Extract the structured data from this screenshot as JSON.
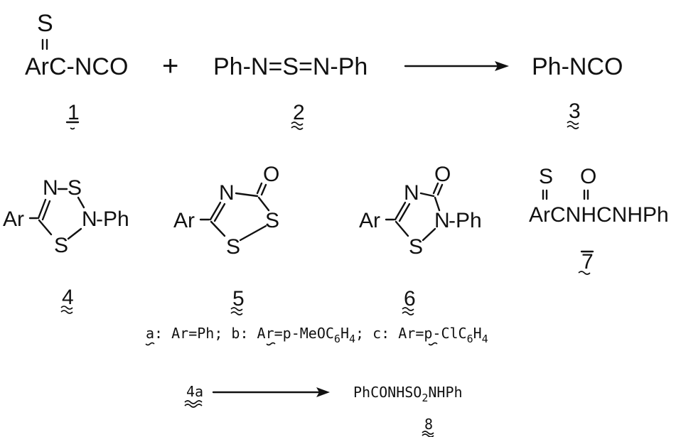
{
  "reaction_1": {
    "reactant_1": {
      "atom_s": "S",
      "formula": "ArC-NCO",
      "label": "1"
    },
    "plus": "+",
    "reactant_2": {
      "formula": "Ph-N=S=N-Ph",
      "label": "2"
    },
    "product": {
      "formula": "Ph-NCO",
      "label": "3"
    }
  },
  "compounds": {
    "c4": {
      "atoms": {
        "n": "N",
        "s_top": "S",
        "n_right": "N",
        "sub_right": "-Ph",
        "ar": "Ar",
        "s_bottom": "S"
      },
      "label": "4"
    },
    "c5": {
      "atoms": {
        "o": "O",
        "n": "N",
        "ar": "Ar",
        "s_right": "S",
        "s_bottom": "S"
      },
      "label": "5"
    },
    "c6": {
      "atoms": {
        "o": "O",
        "n": "N",
        "ar": "Ar",
        "n_right": "N",
        "sub_right": "-Ph",
        "s_bottom": "S"
      },
      "label": "6"
    },
    "c7": {
      "atom_s": "S",
      "atom_o": "O",
      "formula": "ArCNHCNHPh",
      "label": "7"
    }
  },
  "variants": {
    "a": {
      "key": "a",
      "text": ": Ar=Ph; "
    },
    "b": {
      "key": "b",
      "text": ": Ar=p-MeOC",
      "sub1": "6",
      "mid": "H",
      "sub2": "4",
      "sep": "; "
    },
    "c": {
      "key": "c",
      "text": ": Ar=p-ClC",
      "sub1": "6",
      "mid": "H",
      "sub2": "4"
    }
  },
  "reaction_2": {
    "reactant": "4a",
    "product": {
      "pre": "PhCONHSO",
      "sub": "2",
      "post": "NHPh"
    },
    "product_label": "8"
  }
}
